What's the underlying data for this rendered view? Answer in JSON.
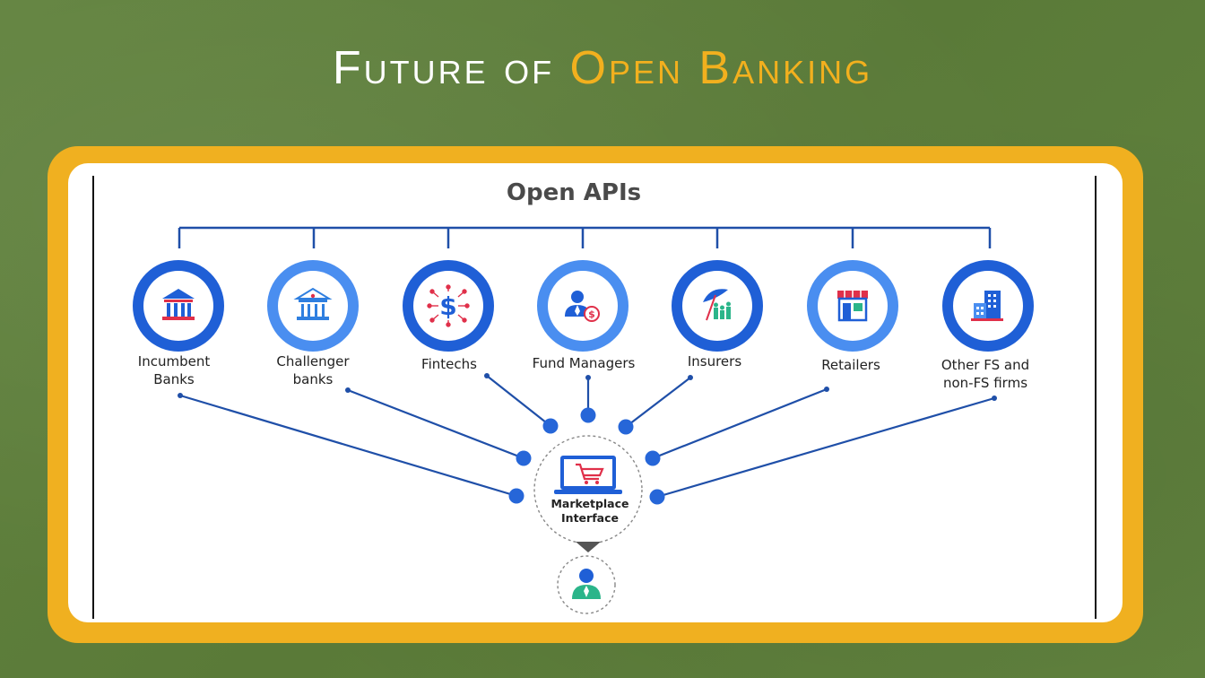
{
  "title": {
    "part1": "Future of ",
    "part2": "Open Banking"
  },
  "heading": "Open APIs",
  "nodes": [
    {
      "label": "Incumbent\nBanks",
      "icon": "bank-icon"
    },
    {
      "label": "Challenger\nbanks",
      "icon": "bank-building-icon"
    },
    {
      "label": "Fintechs",
      "icon": "dollar-network-icon"
    },
    {
      "label": "Fund Managers",
      "icon": "manager-money-icon"
    },
    {
      "label": "Insurers",
      "icon": "umbrella-family-icon"
    },
    {
      "label": "Retailers",
      "icon": "storefront-icon"
    },
    {
      "label": "Other FS and\nnon-FS firms",
      "icon": "office-buildings-icon"
    }
  ],
  "hub": {
    "label": "Marketplace\nInterface",
    "icon": "laptop-cart-icon"
  },
  "user": {
    "icon": "user-icon"
  },
  "colors": {
    "background": "#5f7f3c",
    "frame": "#f0b020",
    "title_accent": "#f2b01e",
    "node_ring_dark": "#1f5fd6",
    "node_ring_light": "#4a8ef0",
    "connector": "#1f4fa8",
    "icon_red": "#e0304a",
    "icon_blue": "#1f5fd6"
  }
}
